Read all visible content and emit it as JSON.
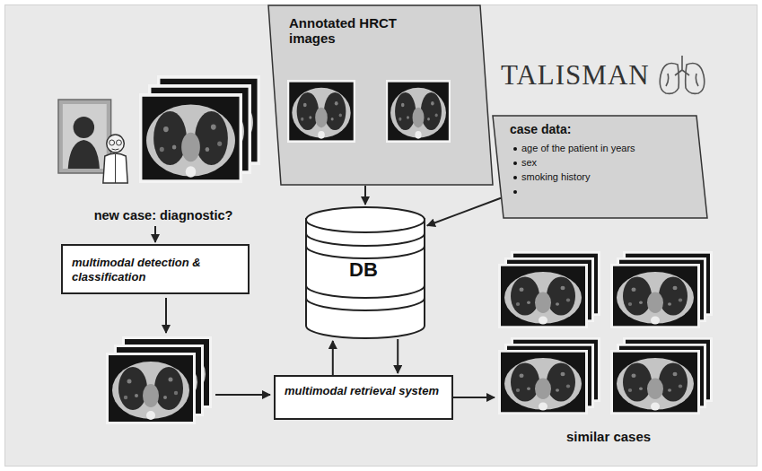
{
  "diagram": {
    "title": "TALISMAN",
    "nodes": [
      {
        "text": [
          "Annotated HRCT images"
        ]
      },
      {
        "text": [
          "case data:",
          "age of the patient in years",
          "sex",
          "smoking history"
        ]
      },
      {
        "text": [
          "new case: diagnostic?"
        ]
      },
      {
        "text": [
          "multimodal detection & classification"
        ]
      },
      {
        "text": [
          "DB"
        ]
      },
      {
        "text": [
          "multimodal retrieval system"
        ]
      },
      {
        "text": [
          "similar cases"
        ]
      }
    ],
    "edges": [
      {
        "from": 0,
        "to": 4,
        "arrow": "to"
      },
      {
        "from": 1,
        "to": 4,
        "arrow": "to"
      },
      {
        "from": 2,
        "to": 3,
        "arrow": "to"
      },
      {
        "from": 5,
        "to": 4,
        "arrow": "to"
      },
      {
        "from": 4,
        "to": 5,
        "arrow": "to"
      },
      {
        "from": 5,
        "to": 6,
        "arrow": "to"
      }
    ]
  }
}
